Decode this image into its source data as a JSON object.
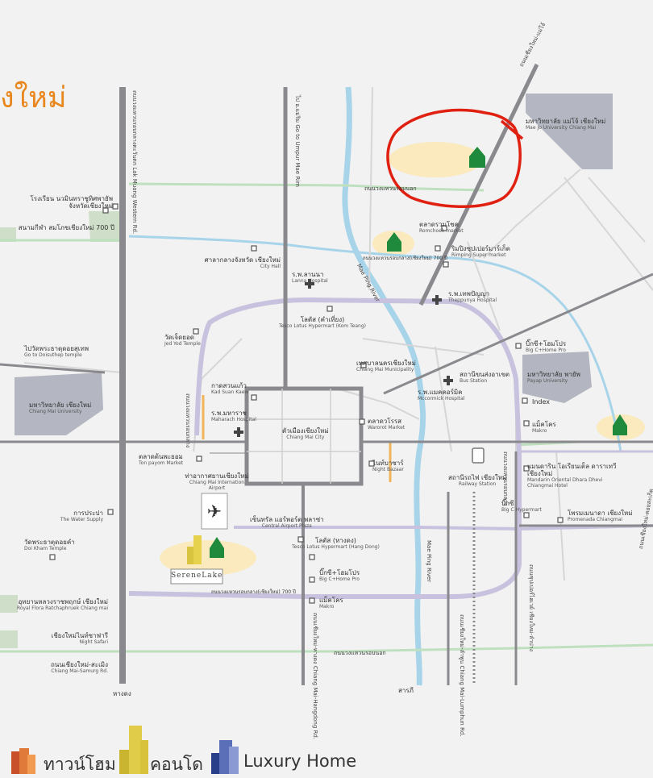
{
  "title": "งใหม่",
  "roads": {
    "left_outer": "ถนนวงแหวนรอบกลางตะวันตก",
    "left_outer_en": "Lak Muang Western Rd.",
    "mae_rim": "ไป อ.แม่ริม",
    "mae_rim_en": "Go to Umpur Mae Rim",
    "super_top": "ถนนเชียงใหม่-แม่โจ้",
    "super_top_en": "Chiang Mai-Mae Jo Rd.",
    "ring3_north": "ถนนวงแหวนรอบนอก",
    "ring2_north": "ถนนวงแหวนรอบกลาง(เชียงใหม่) 700 ปี",
    "ring2_south": "ถนนวงแหวนรอบกลาง(เชียงใหม่) 700 ปี",
    "ring3_south": "ถนนวงแหวนรอบนอก",
    "hangdong": "ถนนเชียงใหม่-หางดง",
    "hangdong_en": "Chiang Mai-Hangdong Rd.",
    "lamphun": "ถนนเชียงใหม่-ลำพูน",
    "lamphun_en": "Chiang Mai-Lumphun Rd.",
    "superhighway": "ถนนซุปเปอร์ไฮเวย์ เชียงใหม่-ลำปาง",
    "superhighway_en": "Super Highway Chiang Mai-Lampang Rd.",
    "river": "Mae Ping River",
    "river2": "Mae Ping River",
    "samoeng": "ถนนเชียงใหม่-สะเมิง",
    "samoeng_en": "Chiang Mai-Samurg Rd.",
    "hangdong_end": "หางดง",
    "sarapee": "สารภี",
    "east_road": "ถนนเชียงใหม่-ดอยสะเก็ด"
  },
  "places": {
    "maejo": "มหาวิทยาลัย แม่โจ้ เชียงใหม่",
    "maejo_en": "Mae Jo University Chiang Mai",
    "school": "โรงเรียน นวมินทราชูทิศพายัพ",
    "school2": "จังหวัดเชียงใหม่",
    "stadium": "สนามกีฬา สมโภชเชียงใหม่ 700 ปี",
    "romchok": "ตลาดรวมโชค",
    "romchok_en": "Romchoek market",
    "rimping": "ริมปิงซุปเปอร์มาร์เก็ต",
    "rimping_en": "Rimping Super market",
    "cityhall": "ศาลากลางจังหวัด เชียงใหม่",
    "cityhall_en": "City Hall",
    "lanna": "ร.พ.ลานนา",
    "lanna_en": "Lanna Hospital",
    "theppanya": "ร.พ.เทพปัญญา",
    "theppanya_en": "Theppunya Hospital",
    "lotus_kt": "โลตัส (คำเที่ยง)",
    "lotus_kt_en": "Tesco Lotus Hypermart (Kom Teang)",
    "jedyod": "วัดเจ็ดยอด",
    "jedyod_en": "Jed Yod Temple",
    "bigc_pro": "บิ๊กซี+โฮมโปร",
    "bigc_pro_en": "Big C+Home Pro",
    "doisuthep": "ไปวัดพระธาตุดอยสุเทพ",
    "doisuthep_en": "Go to Doisuthep temple",
    "municipal": "เทศบาลนครเชียงใหม่",
    "municipal_en": "Chiang Mai Municipality",
    "payap": "มหาวิทยาลัย พายัพ",
    "payap_en": "Payap University",
    "busstation": "สถานีขนส่งอาเขต",
    "busstation_en": "Bus Station",
    "cmu": "มหาวิทยาลัย เชียงใหม่",
    "cmu_en": "Chiang Mai University",
    "kadsuan": "กาดสวนแก้ว",
    "kadsuan_en": "Kad Suan Kaew",
    "maharaj": "ร.พ.มหาราช",
    "maharaj_en": "Maharach Hospital",
    "mccormick": "ร.พ.แมคคอร์มิค",
    "mccormick_en": "Mccormick Hospital",
    "index": "Index",
    "warorot": "ตลาดวโรรส",
    "warorot_en": "Warorot Market",
    "oldcity": "ตัวเมืองเชียงใหม่",
    "oldcity_en": "Chiang Mai City",
    "makro1": "แม็คโคร",
    "makro1_en": "Makro",
    "tonpayom": "ตลาดต้นพะยอม",
    "tonpayom_en": "Ton payom Market",
    "nightbazaar": "ไนท์บาซาร์",
    "nightbazaar_en": "Night Bazaar",
    "railway": "สถานีรถไฟ เชียงใหม่",
    "railway_en": "Railway Station",
    "mandarin": "แมนดาริน โอเรียนเต็ล ดาราเทวี เชียงใหม่",
    "mandarin_en": "Mandarin Oriental Dhara Dhevi Chiangmai Hotel",
    "airport": "ท่าอากาศยานเชียงใหม่",
    "airport_en": "Chiang Mai Internation Airport",
    "bigc_hyper": "บิ๊กซี",
    "bigc_hyper_en": "Big C Hypermart",
    "waterworks": "การประปา",
    "waterworks_en": "The Water Supply",
    "central": "เซ็นทรัล แอร์พอร์ต พลาซ่า",
    "central_en": "Central Airport Plaza",
    "promenada": "โพรมเมนาดา เชียงใหม่",
    "promenada_en": "Promenada Chiangmai",
    "doikham": "วัดพระธาตุดอยคำ",
    "doikham_en": "Doi Kham Temple",
    "lotus_hd": "โลตัส (หางดง)",
    "lotus_hd_en": "Tesco Lotus Hypermart (Hang Dong)",
    "royalflora": "อุทยานหลวงราชพฤกษ์ เชียงใหม่",
    "royalflora_en": "Royal Flora Ratchaphruek Chiang mai",
    "bigc_pro2": "บิ๊กซี+โฮมโปร",
    "bigc_pro2_en": "Big C+Home Pro",
    "makro2": "แม็คโคร",
    "makro2_en": "Makro",
    "nightsafari": "เชียงใหม่ไนท์ซาฟารี",
    "nightsafari_en": "Night Safari",
    "serenelake": "SereneLake"
  },
  "legend": {
    "townhome": "ทาวน์โฮม",
    "condo": "คอนโด",
    "luxury": "Luxury Home"
  },
  "colors": {
    "title": "#e8871e",
    "highlight_circle": "#e02010",
    "project_marker": "#1f8a3c",
    "river": "#a8d4ea",
    "major_road": "#8a8a8e",
    "ring_road": "#c9c2df",
    "green_road": "#bfe0bf"
  }
}
